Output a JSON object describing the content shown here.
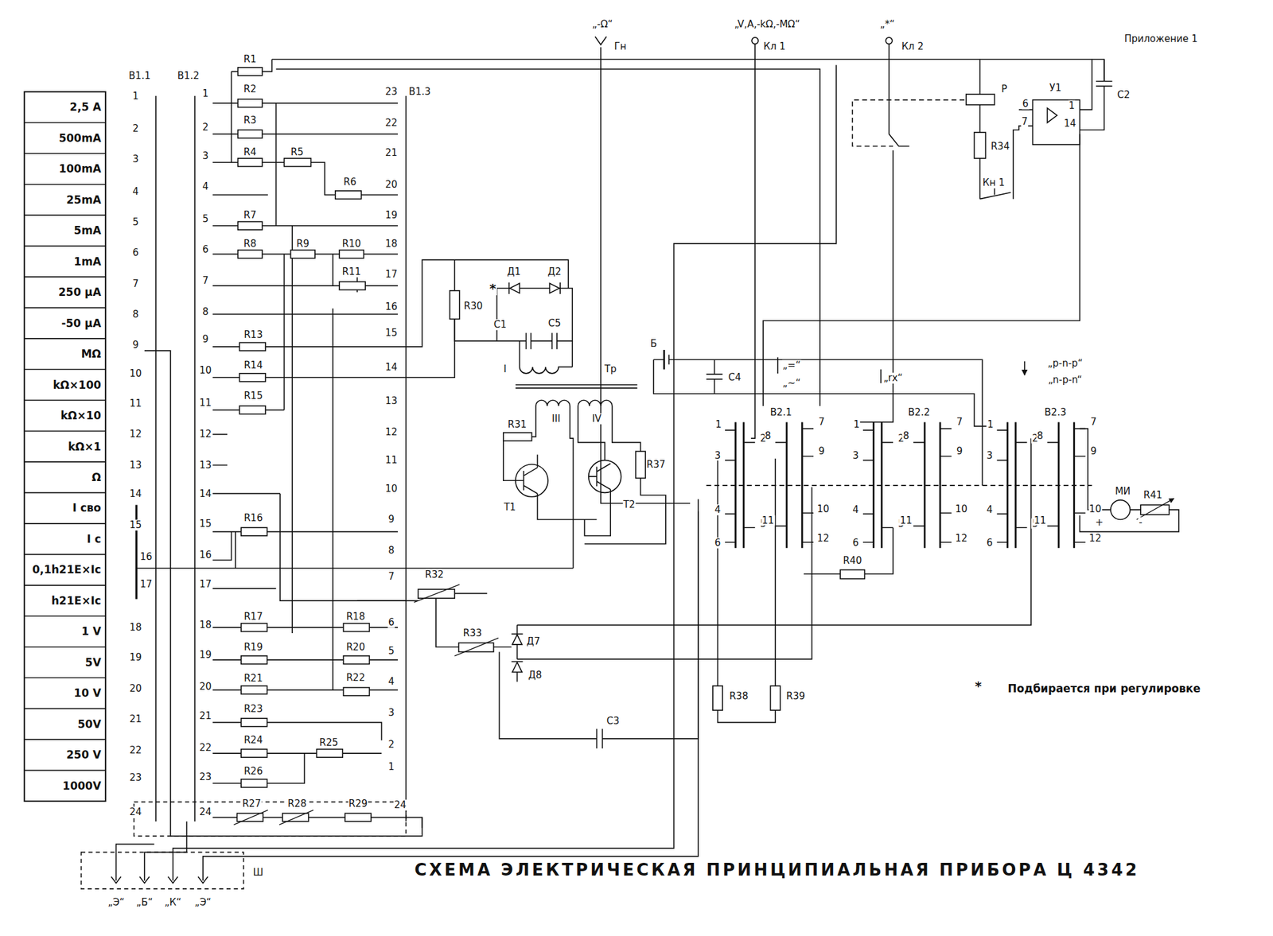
{
  "diagram": {
    "title": "СХЕМА ЭЛЕКТРИЧЕСКАЯ ПРИНЦИПИАЛЬНАЯ ПРИБОРА Ц 4342",
    "nodes": [
      {
        "text": [
          "2,5 A"
        ]
      },
      {
        "text": [
          "500mA"
        ]
      },
      {
        "text": [
          "100mA"
        ]
      },
      {
        "text": [
          "25mA"
        ]
      },
      {
        "text": [
          "5mA"
        ]
      },
      {
        "text": [
          "1mA"
        ]
      },
      {
        "text": [
          "250 µA"
        ]
      },
      {
        "text": [
          "-50 µA"
        ]
      },
      {
        "text": [
          "MΩ"
        ]
      },
      {
        "text": [
          "kΩ×100"
        ]
      },
      {
        "text": [
          "kΩ×10"
        ]
      },
      {
        "text": [
          "kΩ×1"
        ]
      },
      {
        "text": [
          "Ω"
        ]
      },
      {
        "text": [
          "I сво"
        ]
      },
      {
        "text": [
          "I с"
        ]
      },
      {
        "text": [
          "0,1h21E×Ic"
        ]
      },
      {
        "text": [
          "h21E×Ic"
        ]
      },
      {
        "text": [
          "1 V"
        ]
      },
      {
        "text": [
          "5V"
        ]
      },
      {
        "text": [
          "10 V"
        ]
      },
      {
        "text": [
          "50V"
        ]
      },
      {
        "text": [
          "250 V"
        ]
      },
      {
        "text": [
          "1000V"
        ]
      }
    ],
    "labels": [
      "Приложение 1",
      "В1.1",
      "В1.2",
      "В1.3",
      "1",
      "2",
      "3",
      "4",
      "5",
      "6",
      "7",
      "8",
      "9",
      "10",
      "11",
      "12",
      "13",
      "14",
      "15",
      "16",
      "17",
      "18",
      "19",
      "20",
      "21",
      "22",
      "23",
      "24",
      "1",
      "2",
      "3",
      "4",
      "5",
      "6",
      "7",
      "8",
      "9",
      "10",
      "11",
      "12",
      "13",
      "14",
      "15",
      "16",
      "17",
      "18",
      "19",
      "20",
      "21",
      "22",
      "23",
      "24",
      "23",
      "22",
      "21",
      "20",
      "19",
      "18",
      "17",
      "16",
      "15",
      "14",
      "13",
      "12",
      "11",
      "10",
      "9",
      "8",
      "7",
      "6",
      "5",
      "4",
      "3",
      "2",
      "1",
      "24",
      "R1",
      "R2",
      "R3",
      "R4",
      "R5",
      "R6",
      "R7",
      "R8",
      "R9",
      "R10",
      "R11",
      "R13",
      "R14",
      "R15",
      "R16",
      "R17",
      "R18",
      "R19",
      "R20",
      "R21",
      "R22",
      "R23",
      "R24",
      "R25",
      "R26",
      "R27",
      "R28",
      "R29",
      "R30",
      "R31",
      "R32",
      "R33",
      "R34",
      "R37",
      "R38",
      "R39",
      "R40",
      "R41",
      "*",
      "Д1",
      "Д2",
      "С1",
      "С5",
      "Тр",
      "I",
      "III",
      "IV",
      "Т1",
      "Т2",
      "Б",
      "С4",
      "С3",
      "Д7",
      "Д8",
      "С2",
      "У1",
      "6",
      "7",
      "1",
      "14",
      "Р",
      "Кн 1",
      "„-Ω“",
      "Гн",
      "„V,A,-kΩ,-MΩ“",
      "Кл 1",
      "„*“",
      "Кл 2",
      "МИ",
      "+",
      "-",
      "В2.1",
      "В2.2",
      "В2.3",
      "1",
      "2",
      "3",
      "4",
      "5",
      "6",
      "8",
      "7",
      "9",
      "10",
      "11",
      "12",
      "1",
      "2",
      "3",
      "4",
      "5",
      "6",
      "8",
      "7",
      "9",
      "10",
      "11",
      "12",
      "1",
      "2",
      "3",
      "4",
      "5",
      "6",
      "8",
      "7",
      "9",
      "10",
      "11",
      "12",
      "„=“",
      "„~“",
      "„rх“",
      "„p-n-p“",
      "„n-p-n“",
      "Ш",
      "„Э“",
      "„Б“",
      "„К“",
      "„Э“",
      "*",
      "Подбирается при регулировке"
    ]
  }
}
